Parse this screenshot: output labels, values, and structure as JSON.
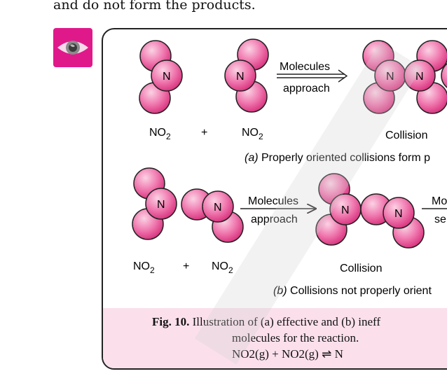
{
  "intro_text": "and do not form the products.",
  "panel_a": {
    "label_x1": "NO",
    "label_x2": "NO",
    "subscript": "2",
    "plus": "+",
    "arrow_top": "Molecules",
    "arrow_bottom": "approach",
    "collision": "Collision",
    "atom": "N",
    "caption_paren": "(a)",
    "caption_rest": " Properly oriented collisions form p"
  },
  "panel_b": {
    "label_x1": "NO",
    "label_x2": "NO",
    "subscript": "2",
    "plus": "+",
    "arrow_top": "Molecules",
    "arrow_bottom": "approach",
    "collision": "Collision",
    "atom": "N",
    "right_top": "Mo",
    "right_bottom": "se",
    "caption_paren": "(b)",
    "caption_rest": " Collisions not properly orient"
  },
  "figure_caption": {
    "label": "Fig. 10.",
    "line1": " Illustration of (a) effective and (b) ineff",
    "line2": "molecules for the reaction.",
    "line3": "NO2(g) + NO2(g)  ⇌  N"
  },
  "colors": {
    "badge": "#e0198a",
    "sphere": "#e84a96",
    "sphere_light": "#f6a9cc",
    "caption_bg": "#fbe0ec"
  },
  "icons": {
    "badge_icon": "eye-globe-icon"
  }
}
